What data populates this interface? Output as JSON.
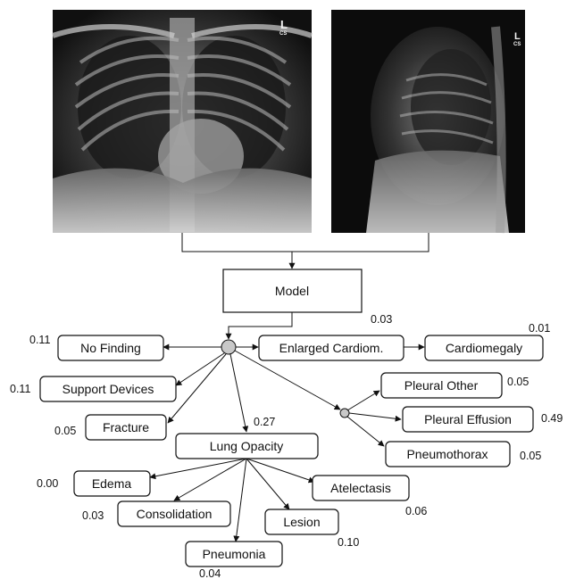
{
  "images": {
    "frontal": {
      "marker": "L",
      "marker_sub": "CS"
    },
    "lateral": {
      "marker": "L",
      "marker_sub": "CS"
    }
  },
  "model": {
    "label": "Model"
  },
  "nodes": {
    "no_finding": {
      "label": "No Finding",
      "score": "0.11"
    },
    "enlarged_cardiom": {
      "label": "Enlarged Cardiom.",
      "score": "0.03"
    },
    "cardiomegaly": {
      "label": "Cardiomegaly",
      "score": "0.01"
    },
    "support_devices": {
      "label": "Support Devices",
      "score": "0.11"
    },
    "fracture": {
      "label": "Fracture",
      "score": "0.05"
    },
    "lung_opacity": {
      "label": "Lung Opacity",
      "score": "0.27"
    },
    "pleural_other": {
      "label": "Pleural Other",
      "score": "0.05"
    },
    "pleural_effusion": {
      "label": "Pleural Effusion",
      "score": "0.49"
    },
    "pneumothorax": {
      "label": "Pneumothorax",
      "score": "0.05"
    },
    "edema": {
      "label": "Edema",
      "score": "0.00"
    },
    "atelectasis": {
      "label": "Atelectasis",
      "score": "0.06"
    },
    "consolidation": {
      "label": "Consolidation",
      "score": "0.03"
    },
    "lesion": {
      "label": "Lesion",
      "score": "0.10"
    },
    "pneumonia": {
      "label": "Pneumonia",
      "score": "0.04"
    }
  }
}
